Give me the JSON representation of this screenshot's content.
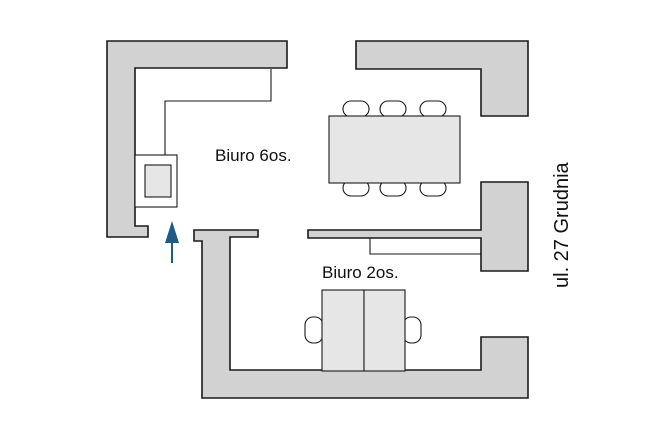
{
  "rooms": {
    "large": {
      "label": "Biuro 6os."
    },
    "small": {
      "label": "Biuro 2os."
    }
  },
  "street": {
    "label": "ul. 27 Grudnia"
  },
  "entrance": {
    "icon": "arrow-up-icon",
    "color": "#1f5a8a"
  },
  "colors": {
    "wall": "#d2d2d2",
    "furniture": "#e6e6e6",
    "outline": "#1a1a1a"
  }
}
